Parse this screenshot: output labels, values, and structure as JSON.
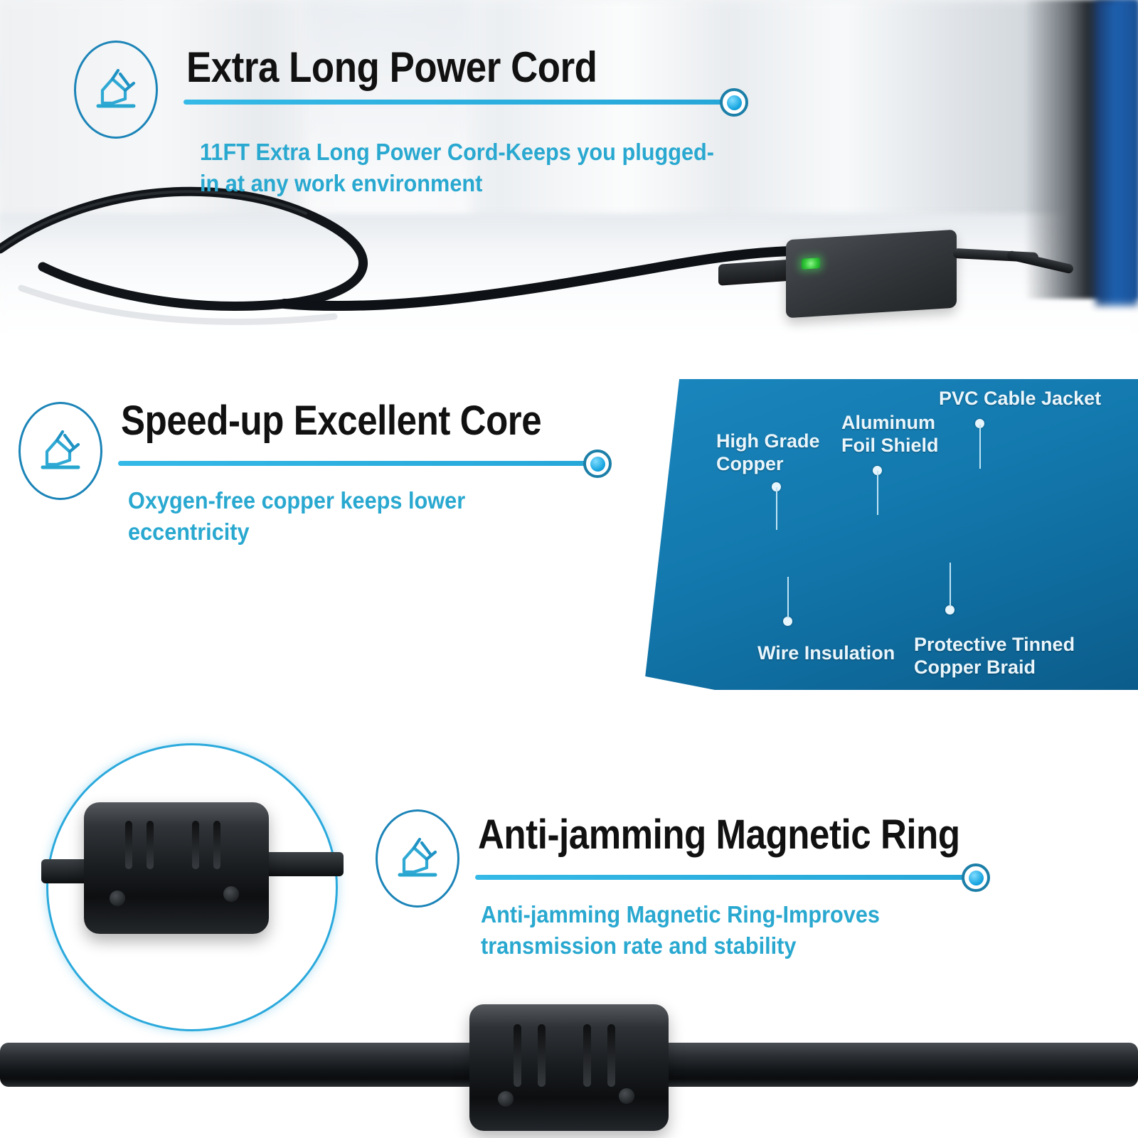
{
  "page": {
    "title": "Power Adapter Feature Infographic",
    "accent_cyan": "#29a8d0",
    "accent_line": "#2aa9dc",
    "panel_blue": "#1379ae",
    "heading_color": "#111111"
  },
  "features": [
    {
      "id": "extra-long-power-cord",
      "icon": "power-plug-icon",
      "headline": "Extra Long Power Cord",
      "subtext": "11FT Extra Long Power Cord-Keeps you plugged-in at any work environment"
    },
    {
      "id": "speed-up-excellent-core",
      "icon": "power-plug-icon",
      "headline": "Speed-up Excellent Core",
      "subtext": "Oxygen-free copper keeps lower eccentricity"
    },
    {
      "id": "anti-jamming-magnetic-ring",
      "icon": "power-plug-icon",
      "headline": "Anti-jamming Magnetic Ring",
      "subtext": "Anti-jamming Magnetic Ring-Improves transmission rate and stability"
    }
  ],
  "cable_diagram": {
    "labels": {
      "high_grade_copper": "High Grade Copper",
      "aluminum_foil_shield": "Aluminum Foil Shield",
      "pvc_cable_jacket": "PVC Cable Jacket",
      "wire_insulation": "Wire Insulation",
      "protective_tinned_copper_braid": "Protective Tinned Copper Braid"
    },
    "wire_colors": [
      "#0f9d55",
      "#1453c4",
      "#d81a12",
      "#e8b21c"
    ],
    "layer_colors": {
      "copper": "#d79b3e",
      "foil": "#b9bfc4",
      "braid": "#9aa2a8",
      "jacket": "#1a1d20"
    }
  },
  "photos": {
    "top_scene": "power-adapter-on-desk-photo",
    "ferrite_closeup": "ferrite-magnetic-ring-closeup-photo",
    "bottom_cable": "cable-with-ferrite-ring-photo"
  }
}
